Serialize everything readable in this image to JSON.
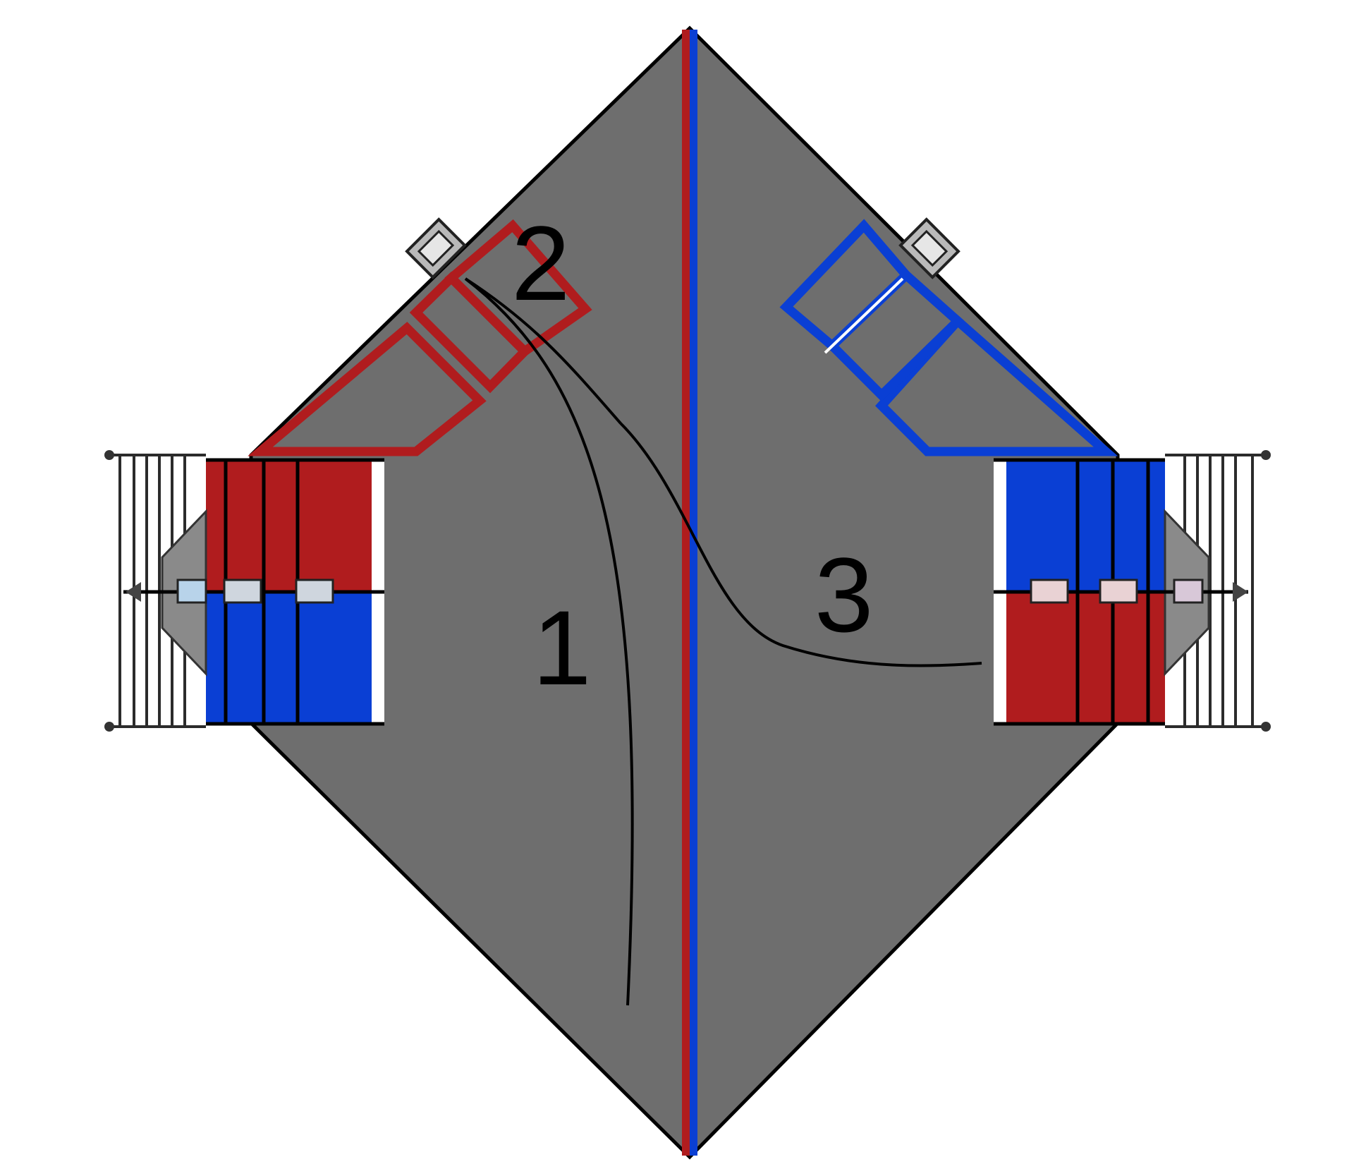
{
  "diagram": {
    "route_labels": [
      {
        "id": "route-1",
        "text": "1"
      },
      {
        "id": "route-2",
        "text": "2"
      },
      {
        "id": "route-3",
        "text": "3"
      }
    ]
  },
  "colors": {
    "field": "#6e6e6e",
    "red_alliance": "#b01c1e",
    "blue_alliance": "#0a3fd4",
    "outline": "#000000",
    "background": "#ffffff"
  }
}
